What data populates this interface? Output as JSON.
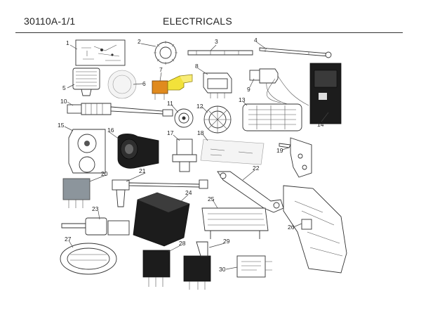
{
  "header": {
    "code": "30110A-1/1",
    "title": "ELECTRICALS"
  },
  "callouts": [
    "1",
    "2",
    "3",
    "4",
    "5",
    "6",
    "7",
    "8",
    "9",
    "10",
    "11",
    "12",
    "13",
    "14",
    "15",
    "16",
    "17",
    "18",
    "19",
    "20",
    "21",
    "22",
    "23",
    "24",
    "25",
    "26",
    "27",
    "28",
    "29",
    "30"
  ],
  "colors": {
    "line": "#333333",
    "bulb_base": "#e08a1e",
    "bulb_glass": "#f2e23a",
    "relay_grey": "#8c959c",
    "dark_part": "#1c1c1c"
  }
}
